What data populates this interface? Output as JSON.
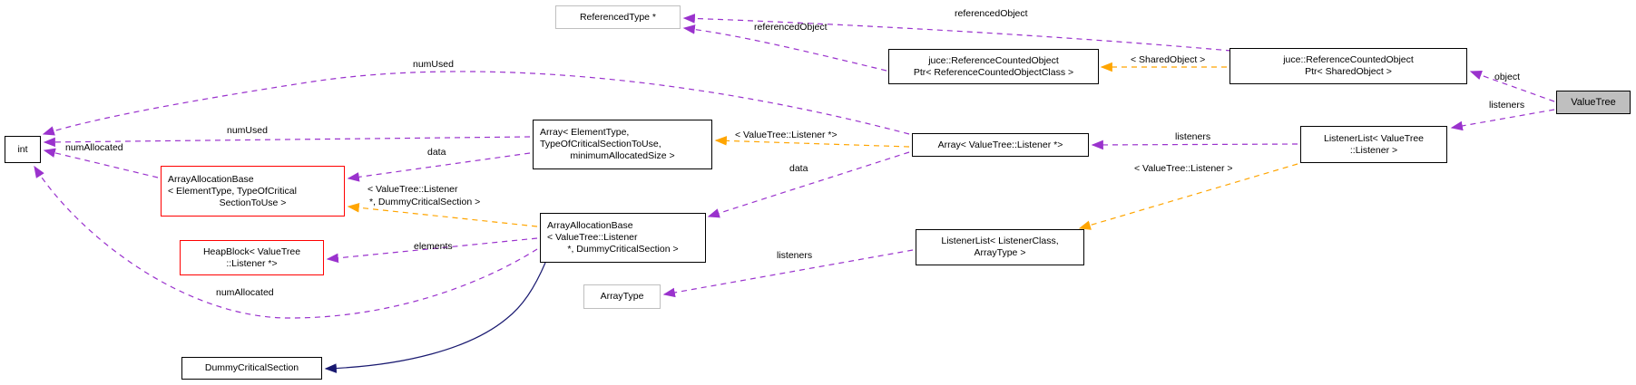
{
  "nodes": {
    "referenced_type": {
      "label": "ReferencedType *"
    },
    "ptr_ref_counted_object_class": {
      "lines": [
        "juce::ReferenceCountedObject",
        "Ptr< ReferenceCountedObjectClass >"
      ]
    },
    "ptr_shared_object": {
      "lines": [
        "juce::ReferenceCountedObject",
        "Ptr< SharedObject >"
      ]
    },
    "value_tree": {
      "label": "ValueTree"
    },
    "listener_list_value_tree": {
      "lines": [
        "ListenerList< ValueTree",
        "::Listener >"
      ]
    },
    "array_value_tree_listener": {
      "label": "Array< ValueTree::Listener *>"
    },
    "array_element_type": {
      "lines": [
        "Array< ElementType,",
        "TypeOfCriticalSectionToUse,",
        "minimumAllocatedSize >"
      ]
    },
    "int_type": {
      "label": "int"
    },
    "aab_element_type": {
      "lines": [
        "ArrayAllocationBase",
        "< ElementType, TypeOfCritical",
        "SectionToUse >"
      ]
    },
    "heap_block": {
      "lines": [
        "HeapBlock< ValueTree",
        "::Listener *>"
      ]
    },
    "aab_value_tree": {
      "lines": [
        "ArrayAllocationBase",
        "< ValueTree::Listener",
        "*, DummyCriticalSection >"
      ]
    },
    "listener_list_listener_class": {
      "lines": [
        "ListenerList< ListenerClass,",
        "ArrayType >"
      ]
    },
    "array_type": {
      "label": "ArrayType"
    },
    "dummy_critical_section": {
      "label": "DummyCriticalSection"
    }
  },
  "edge_labels": {
    "referenced_object_upper": "referencedObject",
    "referenced_object_lower": "referencedObject",
    "shared_object": "< SharedObject >",
    "object": "object",
    "listeners_value_tree": "listeners",
    "listeners_listener_list": "listeners",
    "value_tree_listener": "< ValueTree::Listener >",
    "value_tree_listener_ptr": "< ValueTree::Listener *>",
    "data_upper": "data",
    "data_lower": "data",
    "num_used_curve": "numUsed",
    "num_used": "numUsed",
    "num_allocated": "numAllocated",
    "num_allocated_curve": "numAllocated",
    "vt_listener_dcs_line1": "< ValueTree::Listener",
    "vt_listener_dcs_line2": "*, DummyCriticalSection >",
    "elements": "elements",
    "listeners_array_type": "listeners"
  },
  "colors": {
    "usage_edge": "#9a32cd",
    "template_edge": "#ffa500",
    "inheritance_edge": "#191970",
    "highlight_border": "#ff0000",
    "plain_border": "#bfbfbf",
    "node_border": "#000000",
    "selected_fill": "#bfbfbf",
    "background": "#ffffff"
  }
}
